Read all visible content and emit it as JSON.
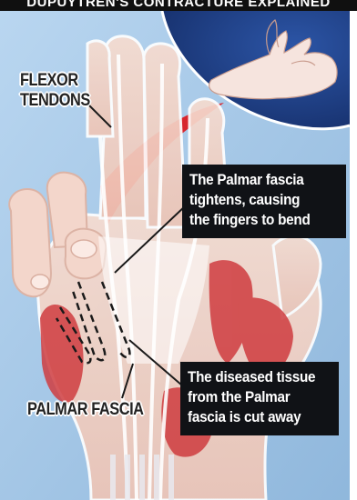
{
  "header": {
    "text": "DUPUYTREN'S CONTRACTURE EXPLAINED"
  },
  "labels": {
    "flexor_line1": "FLEXOR",
    "flexor_line2": "TENDONS",
    "palmar": "PALMAR FASCIA"
  },
  "callouts": {
    "tightens": [
      "The Palmar fascia",
      "tightens, causing",
      "the fingers to bend"
    ],
    "cut_away": [
      "The diseased tissue",
      "from the Palmar",
      "fascia is cut away"
    ]
  },
  "colors": {
    "background": "#a9c9e8",
    "inset": "#1e3f86",
    "accent_red": "#d7262e",
    "skin": "#f1d3c8",
    "muscle": "#cf3c3f",
    "callout_bg": "#101216"
  },
  "icons": {
    "inset_hand": "bent-hand-icon"
  }
}
